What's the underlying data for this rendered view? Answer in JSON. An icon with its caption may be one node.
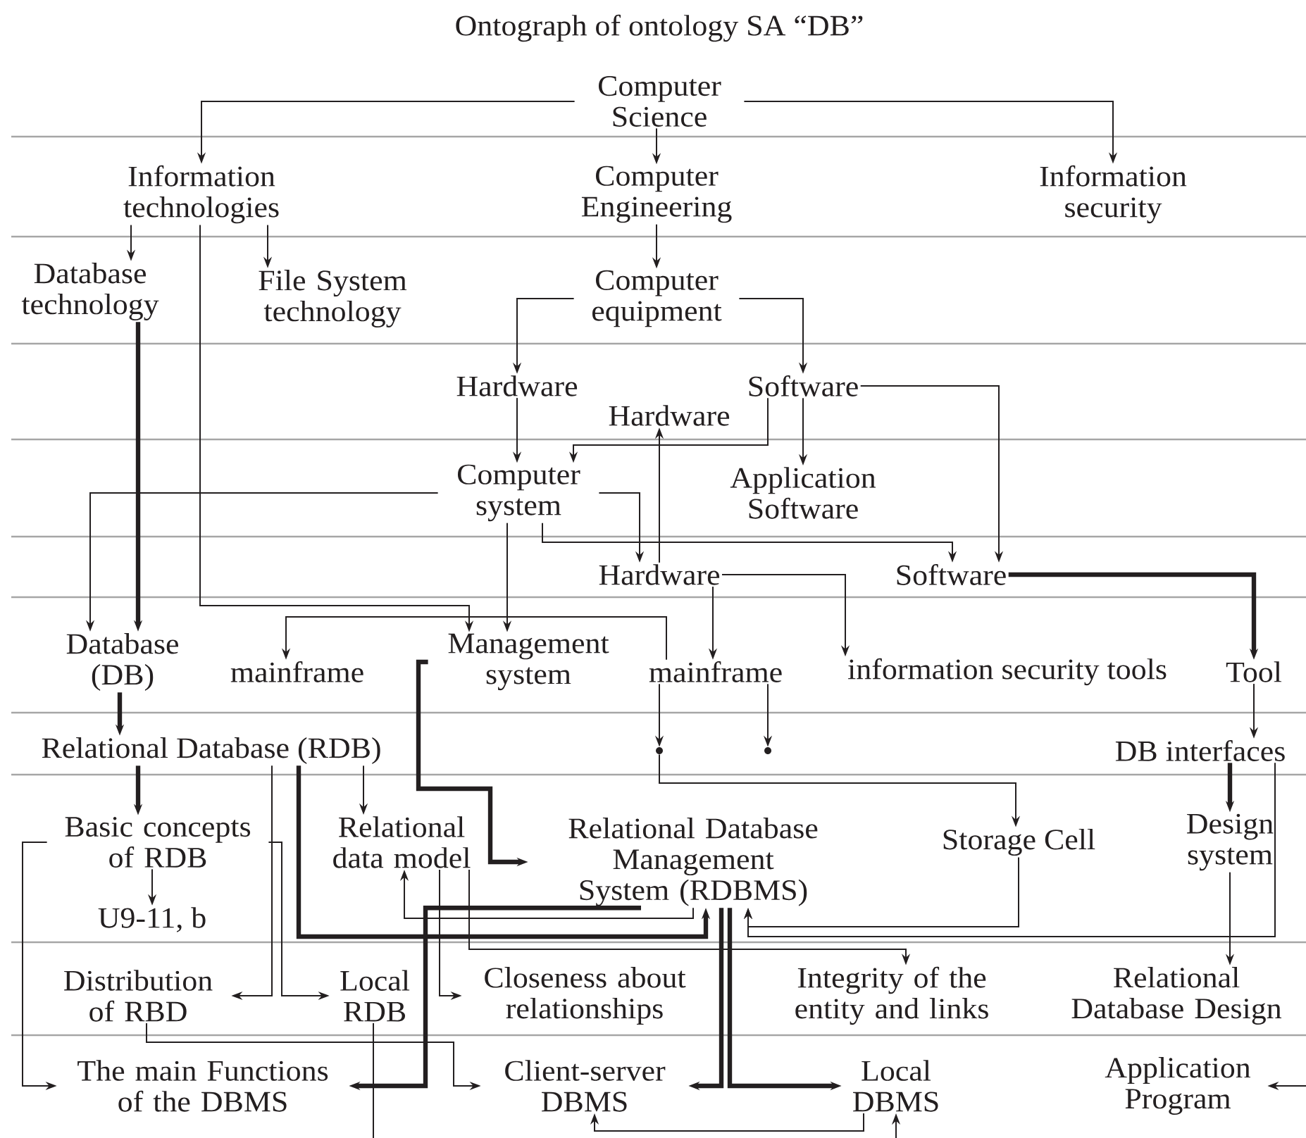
{
  "diagram": {
    "title": "Ontograph of ontology SA “DB”",
    "nodes": [
      {
        "text": [
          "Computer Science"
        ]
      },
      {
        "text": [
          "Information technologies"
        ]
      },
      {
        "text": [
          "Computer Engineering"
        ]
      },
      {
        "text": [
          "Information security"
        ]
      },
      {
        "text": [
          "Database technology"
        ]
      },
      {
        "text": [
          "File System technology"
        ]
      },
      {
        "text": [
          "Computer equipment"
        ]
      },
      {
        "text": [
          "Hardware"
        ]
      },
      {
        "text": [
          "Software"
        ]
      },
      {
        "text": [
          "Hardware"
        ]
      },
      {
        "text": [
          "Computer system"
        ]
      },
      {
        "text": [
          "Application Software"
        ]
      },
      {
        "text": [
          "Hardware"
        ]
      },
      {
        "text": [
          "Software"
        ]
      },
      {
        "text": [
          "Database (DB)"
        ]
      },
      {
        "text": [
          "mainframe"
        ]
      },
      {
        "text": [
          "Management system"
        ]
      },
      {
        "text": [
          "mainframe"
        ]
      },
      {
        "text": [
          "information security tools"
        ]
      },
      {
        "text": [
          "Tool"
        ]
      },
      {
        "text": [
          "Relational Database (RDB)"
        ]
      },
      {
        "text": [],
        "shape": "circle"
      },
      {
        "text": [],
        "shape": "circle"
      },
      {
        "text": [
          "DB interfaces"
        ]
      },
      {
        "text": [
          "Basic concepts of RDB"
        ]
      },
      {
        "text": [
          "Relational data model"
        ]
      },
      {
        "text": [
          "Relational Database Management System (RDBMS)"
        ]
      },
      {
        "text": [
          "Storage Cell"
        ]
      },
      {
        "text": [
          "Design system"
        ]
      },
      {
        "text": [
          "U9-11, b"
        ]
      },
      {
        "text": [
          "Distribution of RBD"
        ]
      },
      {
        "text": [
          "Local RDB"
        ]
      },
      {
        "text": [
          "Closeness about relationships"
        ]
      },
      {
        "text": [
          "Integrity of the entity and links"
        ]
      },
      {
        "text": [
          "Relational Database Design"
        ]
      },
      {
        "text": [
          "The main Functions of the DBMS"
        ]
      },
      {
        "text": [
          "Client-server DBMS"
        ]
      },
      {
        "text": [
          "Local DBMS"
        ]
      },
      {
        "text": [
          "Application Program"
        ]
      }
    ],
    "edges": [
      {
        "from": 0,
        "to": 1,
        "arrow": "to"
      },
      {
        "from": 0,
        "to": 2,
        "arrow": "to"
      },
      {
        "from": 0,
        "to": 3,
        "arrow": "to"
      },
      {
        "from": 1,
        "to": 4,
        "arrow": "to"
      },
      {
        "from": 1,
        "to": 5,
        "arrow": "to"
      },
      {
        "from": 1,
        "to": 16,
        "arrow": "to"
      },
      {
        "from": 2,
        "to": 6,
        "arrow": "to"
      },
      {
        "from": 6,
        "to": 7,
        "arrow": "to"
      },
      {
        "from": 6,
        "to": 8,
        "arrow": "to"
      },
      {
        "from": 7,
        "to": 10,
        "arrow": "to"
      },
      {
        "from": 8,
        "to": 11,
        "arrow": "to"
      },
      {
        "from": 8,
        "to": 10,
        "arrow": "to"
      },
      {
        "from": 12,
        "to": 9,
        "arrow": "to"
      },
      {
        "from": 10,
        "to": 12,
        "arrow": "to"
      },
      {
        "from": 10,
        "to": 13,
        "arrow": "to"
      },
      {
        "from": 8,
        "to": 13,
        "arrow": "to"
      },
      {
        "from": 10,
        "to": 14,
        "arrow": "to"
      },
      {
        "from": 4,
        "to": 14,
        "arrow": "to",
        "style": "thick"
      },
      {
        "from": 10,
        "to": 16,
        "arrow": "to"
      },
      {
        "from": 17,
        "to": 15,
        "arrow": "to"
      },
      {
        "from": 12,
        "to": 17,
        "arrow": "to"
      },
      {
        "from": 12,
        "to": 18,
        "arrow": "to"
      },
      {
        "from": 13,
        "to": 19,
        "arrow": "to",
        "style": "thick"
      },
      {
        "from": 14,
        "to": 20,
        "arrow": "to",
        "style": "thick"
      },
      {
        "from": 17,
        "to": 21,
        "arrow": "to"
      },
      {
        "from": 17,
        "to": 22,
        "arrow": "to"
      },
      {
        "from": 19,
        "to": 23,
        "arrow": "to"
      },
      {
        "from": 16,
        "to": 26,
        "arrow": "to",
        "style": "thick"
      },
      {
        "from": 21,
        "to": 27,
        "arrow": "to"
      },
      {
        "from": 20,
        "to": 24,
        "arrow": "to",
        "style": "thick"
      },
      {
        "from": 20,
        "to": 25,
        "arrow": "to"
      },
      {
        "from": 20,
        "to": 30,
        "arrow": "to"
      },
      {
        "from": 24,
        "to": 31,
        "arrow": "to"
      },
      {
        "from": 24,
        "to": 35,
        "arrow": "to"
      },
      {
        "from": 24,
        "to": 29,
        "arrow": "to"
      },
      {
        "from": 20,
        "to": 26,
        "arrow": "to",
        "style": "thick"
      },
      {
        "from": 23,
        "to": 28,
        "arrow": "to",
        "style": "thick"
      },
      {
        "from": 23,
        "to": 26,
        "arrow": "to"
      },
      {
        "from": 27,
        "to": 26,
        "arrow": "to"
      },
      {
        "from": 26,
        "to": 35,
        "arrow": "to",
        "style": "thick"
      },
      {
        "from": 26,
        "to": 25,
        "arrow": "to"
      },
      {
        "from": 25,
        "to": 32,
        "arrow": "to"
      },
      {
        "from": 25,
        "to": 33,
        "arrow": "to"
      },
      {
        "from": 28,
        "to": 34,
        "arrow": "to"
      },
      {
        "from": 26,
        "to": 36,
        "arrow": "to",
        "style": "thick"
      },
      {
        "from": 26,
        "to": 37,
        "arrow": "to",
        "style": "thick"
      },
      {
        "from": 30,
        "to": 36,
        "arrow": "to"
      },
      {
        "from": 31,
        "to": null,
        "arrow": "none"
      },
      {
        "from": 37,
        "to": 36,
        "arrow": "to"
      },
      {
        "from": null,
        "to": 37,
        "arrow": "to"
      },
      {
        "from": null,
        "to": 38,
        "arrow": "to"
      }
    ]
  }
}
